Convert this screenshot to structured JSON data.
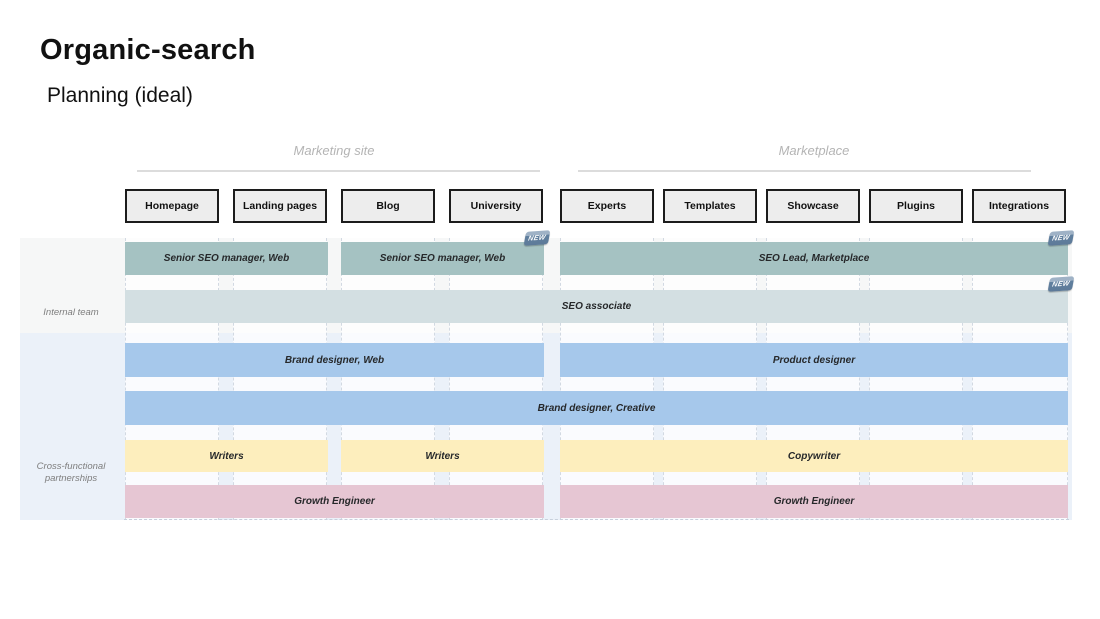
{
  "slide": {
    "title": "Organic-search",
    "subtitle": "Planning (ideal)"
  },
  "group_labels": {
    "marketing": "Marketing site",
    "marketplace": "Marketplace"
  },
  "columns": [
    {
      "label": "Homepage"
    },
    {
      "label": "Landing pages"
    },
    {
      "label": "Blog"
    },
    {
      "label": "University"
    },
    {
      "label": "Experts"
    },
    {
      "label": "Templates"
    },
    {
      "label": "Showcase"
    },
    {
      "label": "Plugins"
    },
    {
      "label": "Integrations"
    }
  ],
  "sections": {
    "internal": "Internal team",
    "cross_functional": "Cross-functional partnerships"
  },
  "bars": {
    "senior_seo_web_1": {
      "label": "Senior SEO manager, Web",
      "color": "#a5c2c2",
      "new": false
    },
    "senior_seo_web_2": {
      "label": "Senior SEO manager, Web",
      "color": "#a5c2c2",
      "new": true
    },
    "seo_lead_marketplace": {
      "label": "SEO Lead, Marketplace",
      "color": "#a5c2c2",
      "new": true
    },
    "seo_associate": {
      "label": "SEO associate",
      "color": "#d3dfe2",
      "new": true
    },
    "brand_designer_web": {
      "label": "Brand designer, Web",
      "color": "#a6c8eb",
      "new": false
    },
    "product_designer": {
      "label": "Product designer",
      "color": "#a6c8eb",
      "new": false
    },
    "brand_designer_creative": {
      "label": "Brand designer, Creative",
      "color": "#a6c8eb",
      "new": false
    },
    "writers_1": {
      "label": "Writers",
      "color": "#fdeebd",
      "new": false
    },
    "writers_2": {
      "label": "Writers",
      "color": "#fdeebd",
      "new": false
    },
    "copywriter": {
      "label": "Copywriter",
      "color": "#fdeebd",
      "new": false
    },
    "growth_engineer_web": {
      "label": "Growth Engineer",
      "color": "#e6c6d3",
      "new": false
    },
    "growth_engineer_marketplace": {
      "label": "Growth Engineer",
      "color": "#e6c6d3",
      "new": false
    }
  },
  "badge": {
    "label": "NEW",
    "color": "#61809f"
  },
  "colors": {
    "internal_band": "#f6f7f7",
    "cross_functional_band": "#ebf1f9",
    "column_header_bg": "#ededed",
    "column_header_border": "#1c1c1c",
    "group_label_text": "#b4b4b4"
  }
}
